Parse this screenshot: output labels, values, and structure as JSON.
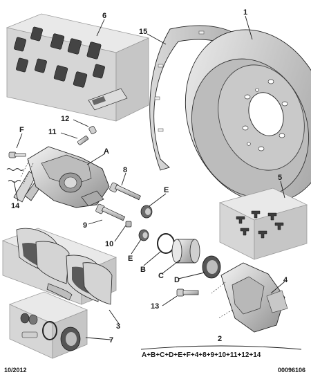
{
  "callouts": {
    "c1": "1",
    "c15": "15",
    "c6": "6",
    "c12": "12",
    "c11": "11",
    "cF": "F",
    "cA": "A",
    "c8": "8",
    "cE1": "E",
    "c5": "5",
    "c14": "14",
    "c9": "9",
    "c10": "10",
    "cE2": "E",
    "cB": "B",
    "cC": "C",
    "cD": "D",
    "c4": "4",
    "c13": "13",
    "c3": "3",
    "c7": "7",
    "c2": "2"
  },
  "kit_formula": "A+B+C+D+E+F+4+8+9+10+11+12+14",
  "footer": {
    "date": "10/2012",
    "ref": "00096106"
  }
}
